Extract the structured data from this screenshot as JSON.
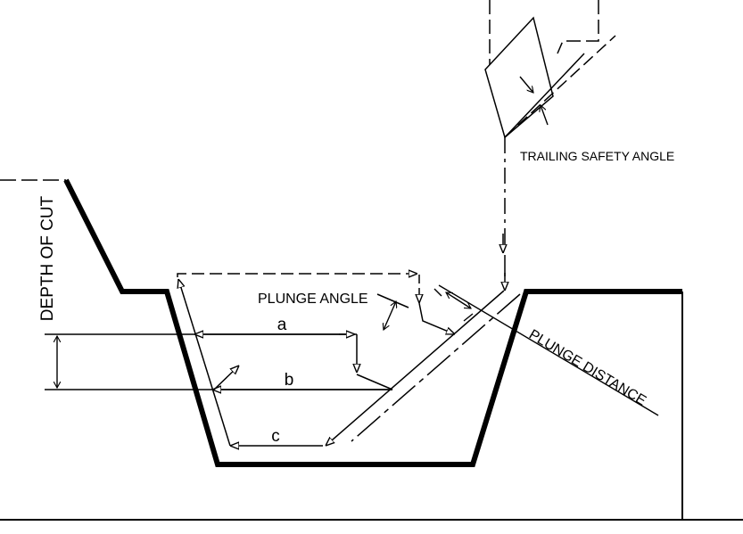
{
  "labels": {
    "trailing_safety_angle": "TRAILING SAFETY ANGLE",
    "depth_of_cut": "DEPTH OF CUT",
    "plunge_angle": "PLUNGE ANGLE",
    "plunge_distance": "PLUNGE DISTANCE",
    "a": "a",
    "b": "b",
    "c": "c"
  },
  "colors": {
    "ink": "#000000",
    "background": "#ffffff"
  }
}
